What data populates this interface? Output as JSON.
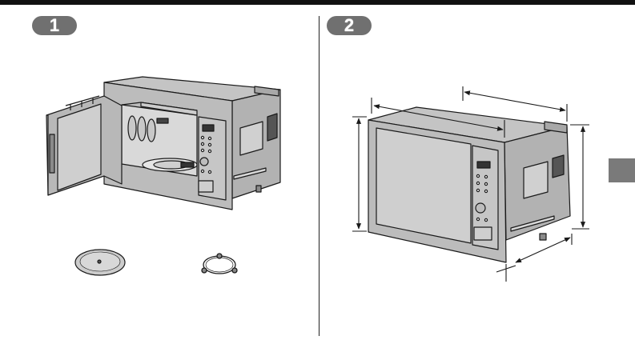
{
  "steps": [
    {
      "number": "1"
    },
    {
      "number": "2"
    }
  ],
  "colors": {
    "appliance_fill": "#bdbdbd",
    "window_fill": "#cfcfcf",
    "outline": "#1a1a1a",
    "badge": "#707070",
    "tab": "#7a7a7a"
  },
  "illustrations": {
    "left": [
      "open-door-microwave",
      "glass-turntable",
      "roller-ring"
    ],
    "right": [
      "closed-microwave-with-dimension-arrows"
    ]
  }
}
